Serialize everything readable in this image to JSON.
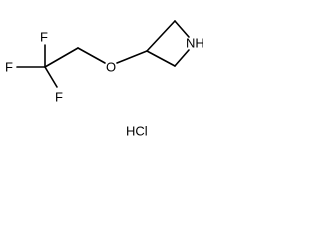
{
  "molecule": {
    "atoms": {
      "nitrogen": "NH",
      "oxygen": "O",
      "fluorine_top": "F",
      "fluorine_left": "F",
      "fluorine_bottom": "F"
    },
    "salt": "HCl"
  }
}
